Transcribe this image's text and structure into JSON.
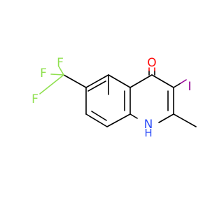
{
  "molecule": {
    "atoms": {
      "oxygen": "O",
      "iodine": "I",
      "nitrogen": "N",
      "hydrogen": "H",
      "fluorine_1": "F",
      "fluorine_2": "F",
      "fluorine_3": "F"
    },
    "colors": {
      "bond": "#000000",
      "oxygen": "#ff0d0d",
      "iodine": "#940094",
      "nitrogen": "#3050f8",
      "fluorine": "#90e050"
    }
  }
}
